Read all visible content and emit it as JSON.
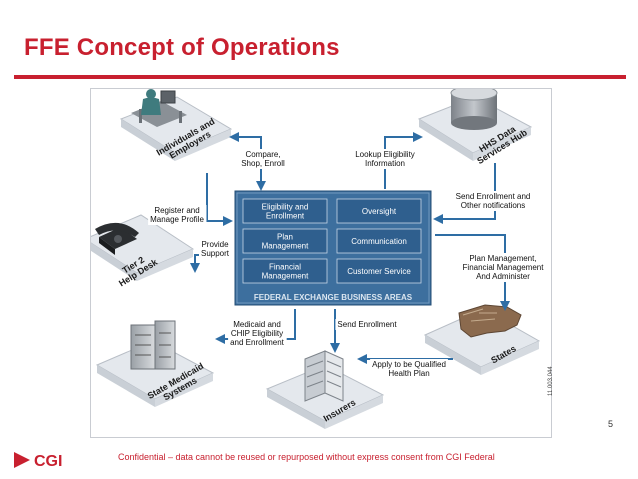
{
  "slide": {
    "title": "FFE Concept of Operations",
    "page_number": "5",
    "footer": "Confidential – data cannot be reused or repurposed without express consent from CGI Federal",
    "logo_text": "CGI",
    "side_code": "11.003.044"
  },
  "hub": {
    "caption": "FEDERAL EXCHANGE BUSINESS AREAS",
    "areas": [
      [
        "Eligibility and",
        "Enrollment"
      ],
      [
        "Oversight"
      ],
      [
        "Plan",
        "Management"
      ],
      [
        "Communication"
      ],
      [
        "Financial",
        "Management"
      ],
      [
        "Customer Service"
      ]
    ]
  },
  "nodes": {
    "individuals": [
      "Individuals and",
      "Employers"
    ],
    "hhs": [
      "HHS Data",
      "Services Hub"
    ],
    "tier2": [
      "Tier 2",
      "Help Desk"
    ],
    "medicaid": [
      "State Medicaid",
      "Systems"
    ],
    "insurers": [
      "Insurers"
    ],
    "states": [
      "States"
    ]
  },
  "flows": {
    "compare": [
      "Compare,",
      "Shop, Enroll"
    ],
    "lookup": [
      "Lookup Eligibility",
      "Information"
    ],
    "register": [
      "Register and",
      "Manage Profile"
    ],
    "provide": [
      "Provide",
      "Support"
    ],
    "send_notifications": [
      "Send Enrollment and",
      "Other notifications"
    ],
    "plan_mgmt": [
      "Plan Management,",
      "Financial Management",
      "And Administer"
    ],
    "medicaid": [
      "Medicaid and",
      "CHIP Eligibility",
      "and Enrollment"
    ],
    "send_enrollment": [
      "Send Enrollment"
    ],
    "qualified": [
      "Apply to be Qualified",
      "Health Plan"
    ]
  },
  "colors": {
    "brand_red": "#c8202f",
    "hub_blue": "#3d6f9e",
    "area_box": "#2f5f8e",
    "arrow": "#2e6da4",
    "platform": "#e4e8ed"
  }
}
